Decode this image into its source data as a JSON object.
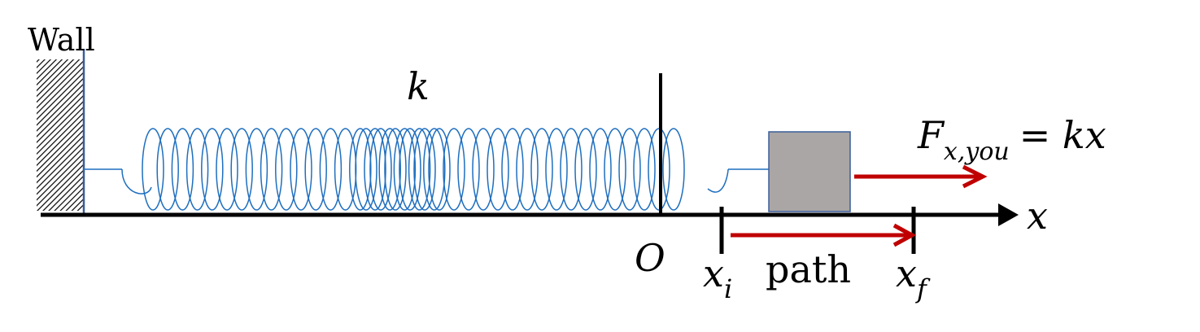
{
  "labels": {
    "wall": "Wall",
    "spring_constant": "k",
    "origin": "O",
    "axis": "x",
    "initial_symbol": "x",
    "initial_subscript": "i",
    "final_symbol": "x",
    "final_subscript": "f",
    "path": "path",
    "force_symbol": "F",
    "force_subscript": "x,you",
    "force_rhs": "= kx"
  },
  "colors": {
    "spring": "#1f6fbf",
    "block_fill": "#a9a6a5",
    "block_stroke": "#3a5d9a",
    "arrow": "#c00000",
    "axis": "#000000",
    "wall_line": "#3a5d9a"
  },
  "icons": {
    "wall": "hatched-wall-icon",
    "block": "block-icon",
    "spring": "coil-spring-icon"
  }
}
